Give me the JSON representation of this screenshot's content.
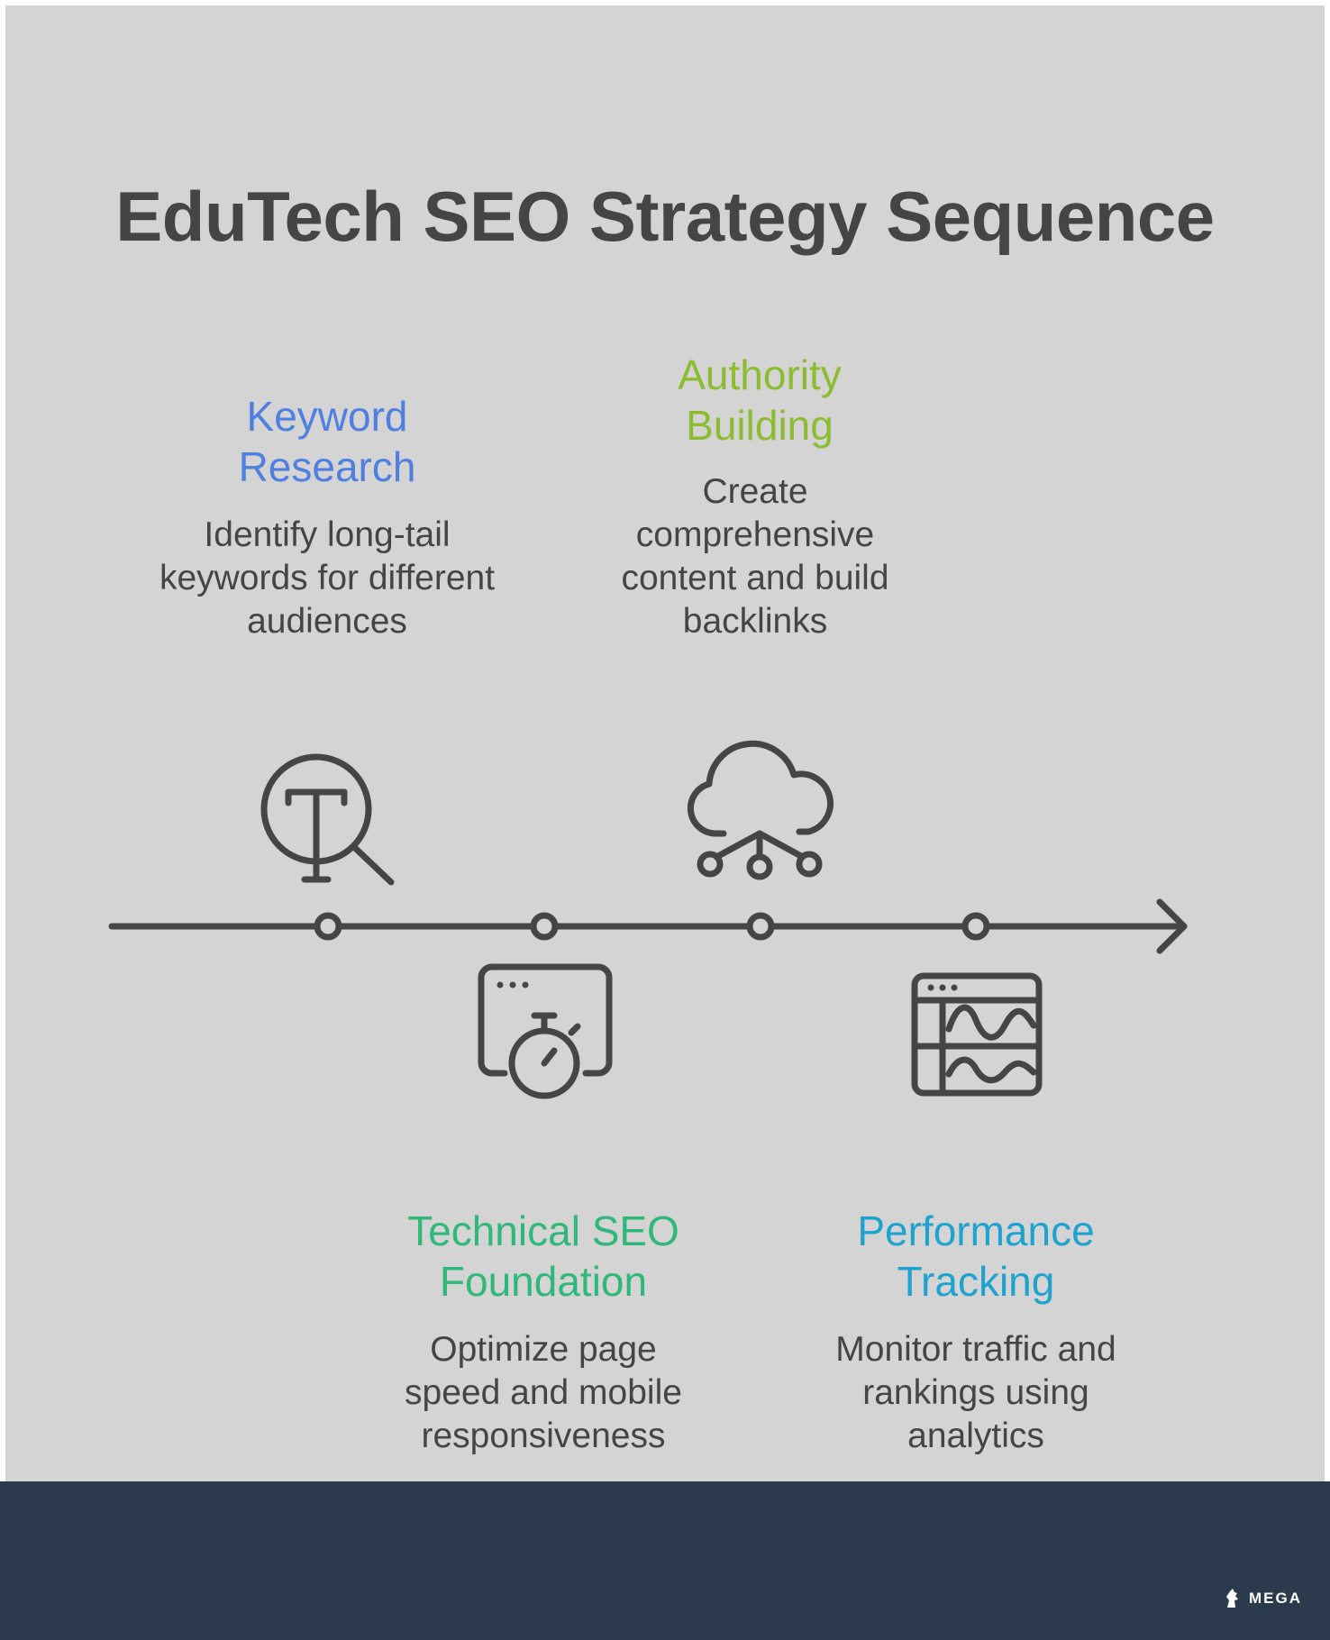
{
  "title": "EduTech SEO Strategy Sequence",
  "steps": [
    {
      "title": "Keyword\nResearch",
      "description": "Identify long-tail keywords for different audiences",
      "color": "#4f7fe0",
      "icon": "keyword-search-icon"
    },
    {
      "title": "Technical SEO\nFoundation",
      "description": "Optimize page speed and mobile responsiveness",
      "color": "#2fb87a",
      "icon": "browser-stopwatch-icon"
    },
    {
      "title": "Authority\nBuilding",
      "description": "Create comprehensive content and build backlinks",
      "color": "#8cbc30",
      "icon": "cloud-network-icon"
    },
    {
      "title": "Performance\nTracking",
      "description": "Monitor traffic and rankings using analytics",
      "color": "#1ea3cf",
      "icon": "analytics-dashboard-icon"
    }
  ],
  "brand": {
    "name": "MEGA"
  }
}
